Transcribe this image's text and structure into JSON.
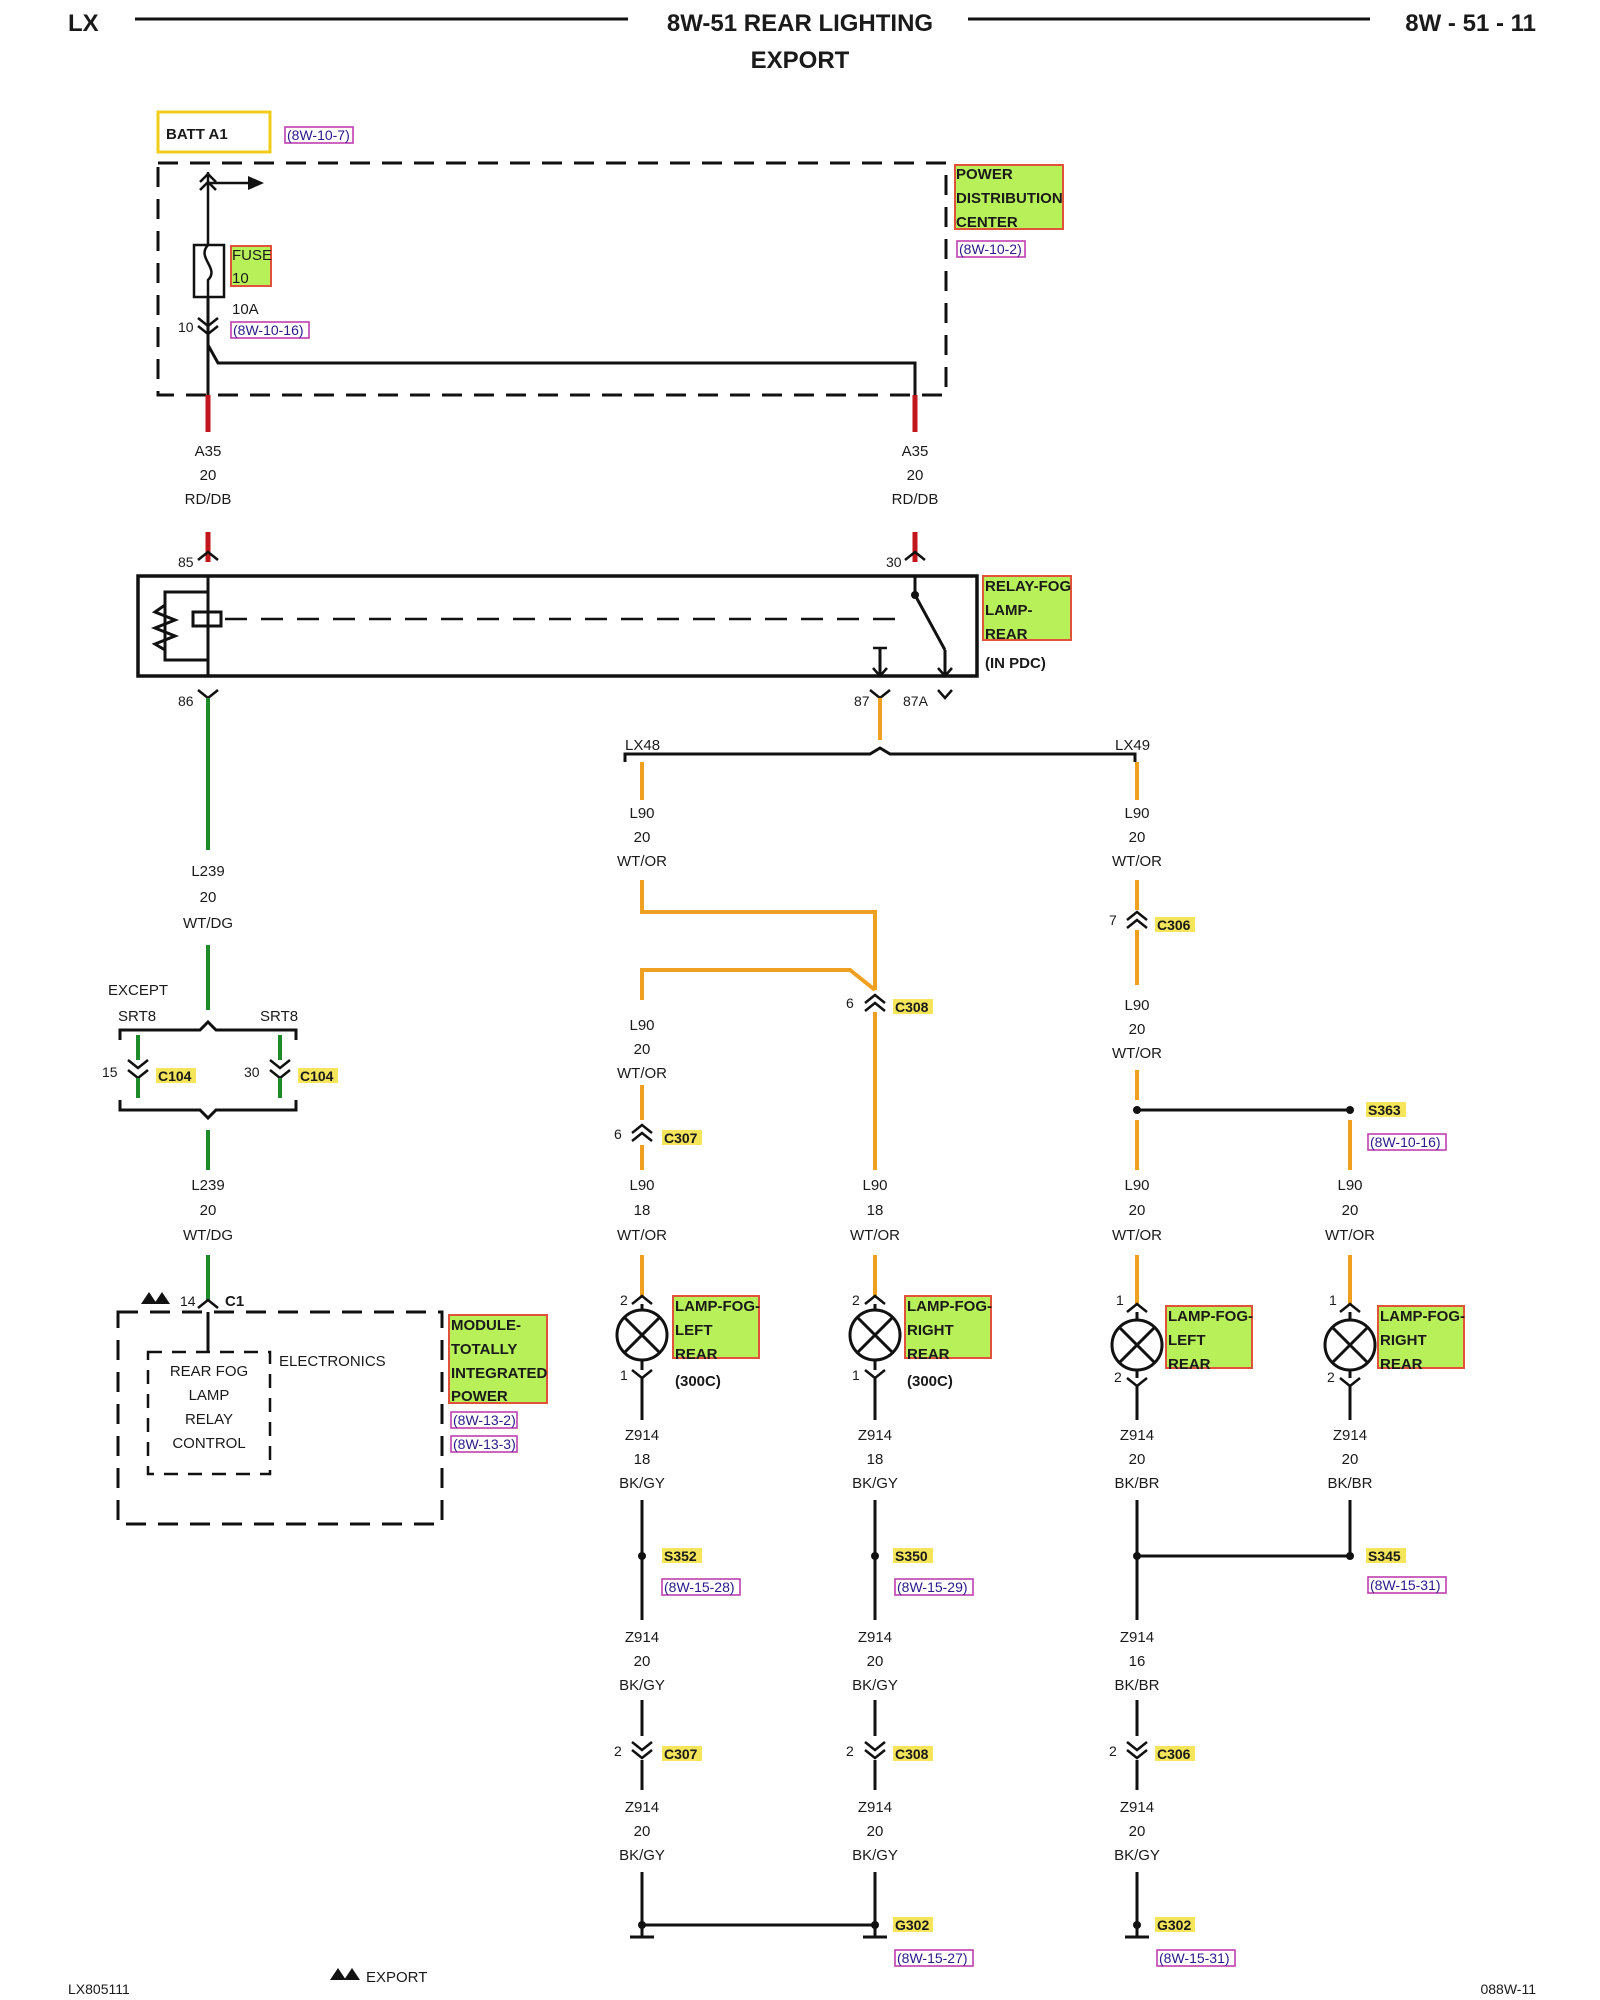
{
  "header": {
    "left": "LX",
    "title": "8W-51 REAR LIGHTING",
    "subtitle": "EXPORT",
    "page": "8W - 51 - 11"
  },
  "top": {
    "batt": "BATT A1",
    "batt_ref": "(8W-10-7)",
    "pdc": [
      "POWER",
      "DISTRIBUTION",
      "CENTER"
    ],
    "pdc_ref": "(8W-10-2)",
    "fuse": [
      "FUSE",
      "10"
    ],
    "fuse_pin": "10",
    "fuse_amp": "10A",
    "fuse_ref": "(8W-10-16)"
  },
  "a35": {
    "left": [
      "A35",
      "20",
      "RD/DB"
    ],
    "right": [
      "A35",
      "20",
      "RD/DB"
    ]
  },
  "relay": {
    "label": [
      "RELAY-FOG",
      "LAMP-",
      "REAR"
    ],
    "note": "(IN PDC)",
    "pins": {
      "p85": "85",
      "p30": "30",
      "p86": "86",
      "p87": "87",
      "p87a": "87A"
    }
  },
  "splice": {
    "left": "LX48",
    "right": "LX49"
  },
  "left_branch": {
    "wire1": [
      "L239",
      "20",
      "WT/DG"
    ],
    "except": "EXCEPT",
    "opt_a": "SRT8",
    "opt_b": "SRT8",
    "pin_a": "15",
    "pin_b": "30",
    "conn_a": "C104",
    "conn_b": "C104",
    "wire2": [
      "L239",
      "20",
      "WT/DG"
    ],
    "c1_pin": "14",
    "c1": "C1",
    "module": [
      "MODULE-",
      "TOTALLY",
      "INTEGRATED",
      "POWER"
    ],
    "module_refs": [
      "(8W-13-2)",
      "(8W-13-3)"
    ],
    "inner": [
      "REAR FOG",
      "LAMP",
      "RELAY",
      "CONTROL"
    ],
    "electronics": "ELECTRONICS"
  },
  "col1": {
    "wire_a": [
      "L90",
      "20",
      "WT/OR"
    ],
    "wire_b": [
      "L90",
      "20",
      "WT/OR"
    ],
    "c307_pin": "6",
    "c307": "C307",
    "wire_c": [
      "L90",
      "18",
      "WT/OR"
    ],
    "lamp": [
      "LAMP-FOG-",
      "LEFT",
      "REAR"
    ],
    "lamp_note": "(300C)",
    "lamp_pins": [
      "2",
      "1"
    ],
    "wire_d": [
      "Z914",
      "18",
      "BK/GY"
    ],
    "splice": "S352",
    "splice_ref": "(8W-15-28)",
    "wire_e": [
      "Z914",
      "20",
      "BK/GY"
    ],
    "conn_pin": "2",
    "conn": "C307",
    "wire_f": [
      "Z914",
      "20",
      "BK/GY"
    ]
  },
  "col2": {
    "c308_pin": "6",
    "c308": "C308",
    "wire_c": [
      "L90",
      "18",
      "WT/OR"
    ],
    "lamp": [
      "LAMP-FOG-",
      "RIGHT",
      "REAR"
    ],
    "lamp_note": "(300C)",
    "lamp_pins": [
      "2",
      "1"
    ],
    "wire_d": [
      "Z914",
      "18",
      "BK/GY"
    ],
    "splice": "S350",
    "splice_ref": "(8W-15-29)",
    "wire_e": [
      "Z914",
      "20",
      "BK/GY"
    ],
    "conn_pin": "2",
    "conn": "C308",
    "wire_f": [
      "Z914",
      "20",
      "BK/GY"
    ],
    "ground": "G302",
    "ground_ref": "(8W-15-27)"
  },
  "col3": {
    "wire_a": [
      "L90",
      "20",
      "WT/OR"
    ],
    "c306_pin": "7",
    "c306": "C306",
    "wire_b": [
      "L90",
      "20",
      "WT/OR"
    ],
    "wire_c": [
      "L90",
      "20",
      "WT/OR"
    ],
    "lamp": [
      "LAMP-FOG-",
      "LEFT",
      "REAR"
    ],
    "lamp_pins": [
      "1",
      "2"
    ],
    "wire_d": [
      "Z914",
      "20",
      "BK/BR"
    ],
    "wire_e": [
      "Z914",
      "16",
      "BK/BR"
    ],
    "conn_pin": "2",
    "conn": "C306",
    "wire_f": [
      "Z914",
      "20",
      "BK/GY"
    ],
    "ground": "G302",
    "ground_ref": "(8W-15-31)"
  },
  "col4": {
    "splice": "S363",
    "splice_ref": "(8W-10-16)",
    "wire_c": [
      "L90",
      "20",
      "WT/OR"
    ],
    "lamp": [
      "LAMP-FOG-",
      "RIGHT",
      "REAR"
    ],
    "lamp_pins": [
      "1",
      "2"
    ],
    "wire_d": [
      "Z914",
      "20",
      "BK/BR"
    ],
    "splice2": "S345",
    "splice2_ref": "(8W-15-31)"
  },
  "footer": {
    "left": "LX805111",
    "legend": "EXPORT",
    "right": "088W-11"
  }
}
